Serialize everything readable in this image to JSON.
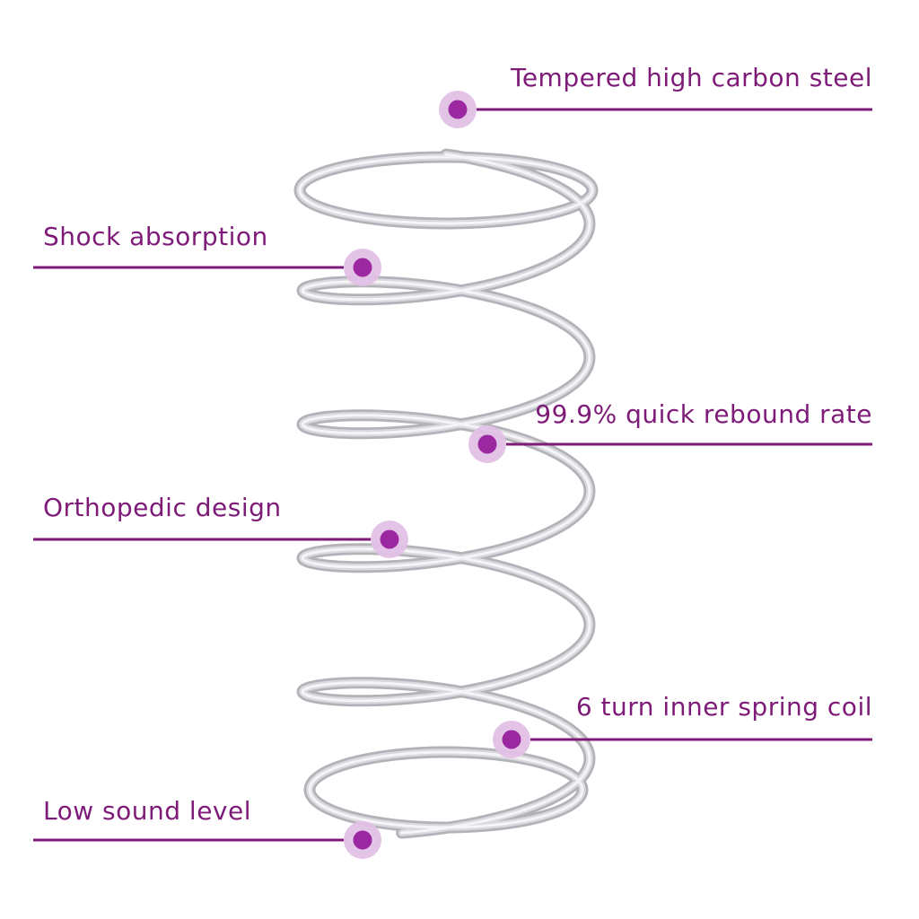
{
  "colors": {
    "background": "#ffffff",
    "accent": "#7e1a78",
    "dot_inner": "#9b28a0",
    "dot_outer": "#e2c1e6",
    "spring_dark": "#b2b2b8",
    "spring_mid": "#dadade",
    "spring_light": "#f5f5f7"
  },
  "callouts": [
    {
      "id": "tempered-steel",
      "label": "Tempered high carbon steel",
      "side": "right"
    },
    {
      "id": "shock-absorption",
      "label": "Shock absorption",
      "side": "left"
    },
    {
      "id": "rebound-rate",
      "label": "99.9% quick rebound rate",
      "side": "right"
    },
    {
      "id": "orthopedic-design",
      "label": "Orthopedic design",
      "side": "left"
    },
    {
      "id": "spring-turns",
      "label": "6 turn inner spring coil",
      "side": "right"
    },
    {
      "id": "low-sound",
      "label": "Low sound level",
      "side": "left"
    }
  ]
}
